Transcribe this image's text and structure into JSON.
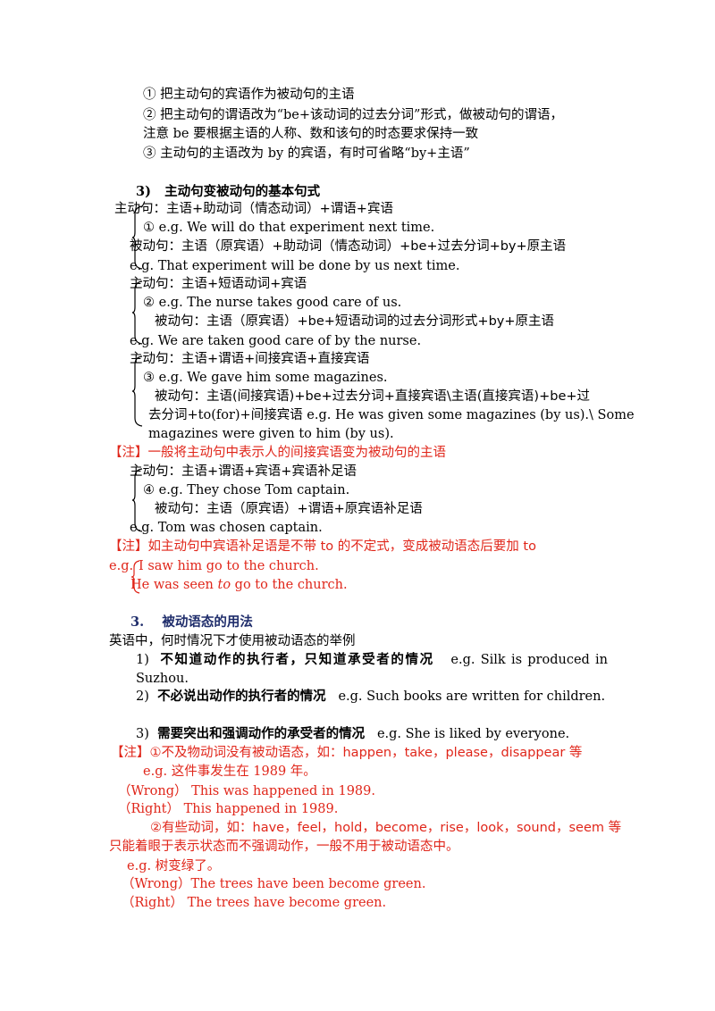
{
  "steps": [
    "① 把主动句的宾语作为被动句的主语",
    "② 把主动句的谓语改为“be+该动词的过去分词”形式，做被动句的谓语，",
    "注意 be 要根据主语的人称、数和该句的时态要求保持一致",
    "③ 主动句的主语改为 by 的宾语，有时可省略“by+主语”"
  ],
  "section3": {
    "number": "3)",
    "title": "主动句变被动句的基本句式"
  },
  "pattern1": {
    "active": "主动句：主语+助动词（情态动词）+谓语+宾语",
    "ex_active": "① e.g. We will do that experiment next time.",
    "passive": "被动句：主语（原宾语）+助动词（情态动词）+be+过去分词+by+原主语",
    "ex_passive": "e.g. That experiment will be done by us next time."
  },
  "pattern2": {
    "active": "主动句：主语+短语动词+宾语",
    "ex_active": "② e.g. The nurse takes good care of us.",
    "passive": "被动句：主语（原宾语）+be+短语动词的过去分词形式+by+原主语",
    "ex_passive": "e.g. We are taken good care of by the nurse."
  },
  "pattern3": {
    "active": "主动句：主语+谓语+间接宾语+直接宾语",
    "ex_active": "③ e.g. We gave him some magazines.",
    "passive_l1": "被动句：主语(间接宾语)+be+过去分词+直接宾语\\主语(直接宾语)+be+过",
    "passive_l2": "去分词+to(for)+间接宾语  e.g. He was given some magazines (by us).\\ Some",
    "passive_l3": "magazines were given to him (by us).",
    "note": "【注】一般将主动句中表示人的间接宾语变为被动句的主语"
  },
  "pattern4": {
    "active": "主动句：主语+谓语+宾语+宾语补足语",
    "ex_active": "④ e.g. They chose Tom captain.",
    "passive": "被动句：主语（原宾语）+谓语+原宾语补足语",
    "ex_passive": "e.g. Tom was chosen captain.",
    "note": "【注】如主动句中宾语补足语是不带 to 的不定式，变成被动语态后要加 to",
    "eg_prefix": "e.g.",
    "eg_line1": "I saw him go to the church.",
    "eg_line2_a": "He was seen ",
    "eg_line2_to": "to",
    "eg_line2_b": " go to the church."
  },
  "usage": {
    "number": "3.",
    "title": "被动语态的用法",
    "intro": "英语中，何时情况下才使用被动语态的举例",
    "items": [
      {
        "num": "1)",
        "bold": "不知道动作的执行者，只知道承受者的情况",
        "ex": "e.g. Silk is produced in",
        "ex_cont": "Suzhou."
      },
      {
        "num": "2)",
        "bold": "不必说出动作的执行者的情况",
        "ex": "e.g. Such books are written for children."
      },
      {
        "num": "3)",
        "bold": "需要突出和强调动作的承受者的情况",
        "ex": "e.g. She is liked by everyone."
      }
    ]
  },
  "notes": {
    "n1": "【注】①不及物动词没有被动语态，如：happen，take，please，disappear 等",
    "n1_eg": "e.g. 这件事发生在 1989 年。",
    "n1_wrong": "（Wrong） This was happened in 1989.",
    "n1_right": "（Right）  This happened in 1989.",
    "n2": "②有些动词，如：have，feel，hold，become，rise，look，sound，seem 等",
    "n2_cont": "只能着眼于表示状态而不强调动作，一般不用于被动语态中。",
    "n2_eg": "e.g. 树变绿了。",
    "n2_wrong": "（Wrong）The trees have been become green.",
    "n2_right": "（Right）  The trees have become green."
  },
  "colors": {
    "red": "#e0261a",
    "navy": "#1f2d6b",
    "text": "#000000"
  }
}
